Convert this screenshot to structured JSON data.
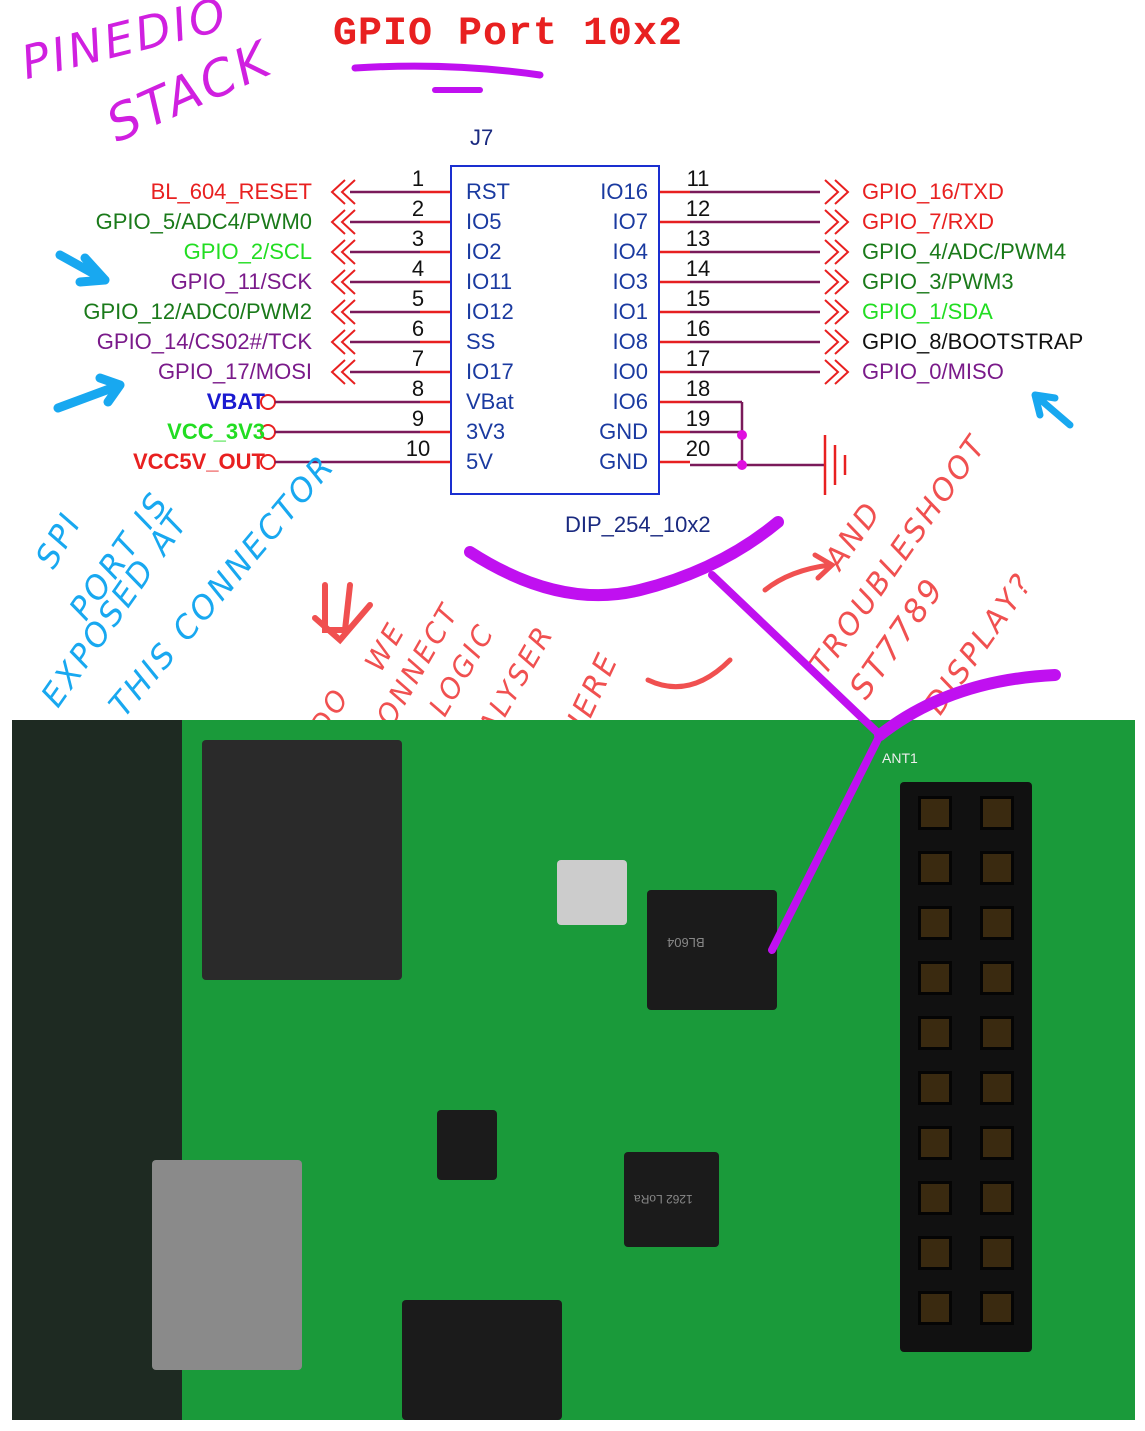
{
  "title": "GPIO Port 10x2",
  "handwritten": {
    "board_name_line1": "PINEDIO",
    "board_name_line2": "STACK",
    "spi_note": [
      "SPI",
      "PORT IS",
      "EXPOSED AT",
      "THIS CONNECTOR"
    ],
    "question_note": [
      "DO",
      "WE",
      "CONNECT",
      "A LOGIC",
      "ANALYSER",
      "HERE"
    ],
    "troubleshoot_note": [
      "AND",
      "TROUBLESHOOT",
      "ST7789",
      "DISPLAY?"
    ]
  },
  "connector": {
    "ref": "J7",
    "footprint": "DIP_254_10x2",
    "left_pins": [
      {
        "num": "1",
        "name": "RST",
        "net": "BL_604_RESET",
        "color": "#e82020"
      },
      {
        "num": "2",
        "name": "IO5",
        "net": "GPIO_5/ADC4/PWM0",
        "color": "#1a7a1a"
      },
      {
        "num": "3",
        "name": "IO2",
        "net": "GPIO_2/SCL",
        "color": "#22dd22"
      },
      {
        "num": "4",
        "name": "IO11",
        "net": "GPIO_11/SCK",
        "color": "#7a1a8a"
      },
      {
        "num": "5",
        "name": "IO12",
        "net": "GPIO_12/ADC0/PWM2",
        "color": "#1a7a1a"
      },
      {
        "num": "6",
        "name": "SS",
        "net": "GPIO_14/CS02#/TCK",
        "color": "#7a1a8a"
      },
      {
        "num": "7",
        "name": "IO17",
        "net": "GPIO_17/MOSI",
        "color": "#7a1a8a"
      },
      {
        "num": "8",
        "name": "VBat",
        "net": "VBAT",
        "color": "#1a1ad0"
      },
      {
        "num": "9",
        "name": "3V3",
        "net": "VCC_3V3",
        "color": "#22dd22"
      },
      {
        "num": "10",
        "name": "5V",
        "net": "VCC5V_OUT",
        "color": "#e82020"
      }
    ],
    "right_pins": [
      {
        "num": "11",
        "name": "IO16",
        "net": "GPIO_16/TXD",
        "color": "#e82020"
      },
      {
        "num": "12",
        "name": "IO7",
        "net": "GPIO_7/RXD",
        "color": "#e82020"
      },
      {
        "num": "13",
        "name": "IO4",
        "net": "GPIO_4/ADC/PWM4",
        "color": "#1a7a1a"
      },
      {
        "num": "14",
        "name": "IO3",
        "net": "GPIO_3/PWM3",
        "color": "#1a7a1a"
      },
      {
        "num": "15",
        "name": "IO1",
        "net": "GPIO_1/SDA",
        "color": "#22dd22"
      },
      {
        "num": "16",
        "name": "IO8",
        "net": "GPIO_8/BOOTSTRAP",
        "color": "#111111"
      },
      {
        "num": "17",
        "name": "IO0",
        "net": "GPIO_0/MISO",
        "color": "#7a1a8a"
      },
      {
        "num": "18",
        "name": "IO6",
        "net": "",
        "color": "#111111"
      },
      {
        "num": "19",
        "name": "GND",
        "net": "",
        "color": "#111111"
      },
      {
        "num": "20",
        "name": "GND",
        "net": "",
        "color": "#111111"
      }
    ]
  },
  "photo": {
    "silkscreen": "ANT1",
    "chip_main": "BL604",
    "chip_lora": "1262 LoRa"
  },
  "colors": {
    "magenta": "#c010f0",
    "cyan": "#18a8f0",
    "red_note": "#f05050"
  }
}
